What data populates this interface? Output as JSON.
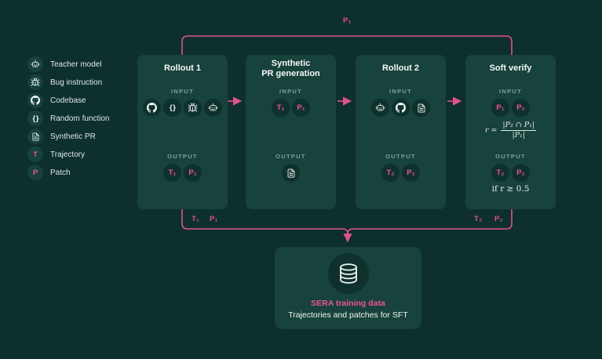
{
  "colors": {
    "background": "#0d2f2d",
    "panel": "#18423c",
    "chip": "#0f312d",
    "accent_pink": "#e0528e",
    "badge_pink": "#ee5493",
    "muted_label": "#7fa09a",
    "text_primary": "#f2f8f6"
  },
  "flow_labels": {
    "top": "P₁",
    "bottom_left_t": "T₁",
    "bottom_left_p": "P₁",
    "bottom_right_t": "T₂",
    "bottom_right_p": "P₂"
  },
  "braces_glyph": "{ }",
  "legend": {
    "items": [
      {
        "icon": "robot-icon",
        "label": "Teacher model"
      },
      {
        "icon": "bug-icon",
        "label": "Bug instruction"
      },
      {
        "icon": "github-icon",
        "label": "Codebase"
      },
      {
        "icon": "braces-icon",
        "label": "Random function"
      },
      {
        "icon": "document-icon",
        "label": "Synthetic PR"
      },
      {
        "icon": "letter-t-icon",
        "label": "Trajectory",
        "symbol": "T"
      },
      {
        "icon": "letter-p-icon",
        "label": "Patch",
        "symbol": "P"
      }
    ]
  },
  "stages": {
    "rollout1": {
      "title": "Rollout 1",
      "input_label": "INPUT",
      "output_label": "OUTPUT",
      "output_t": "T₁",
      "output_p": "P₁"
    },
    "synthetic_pr": {
      "title_line1": "Synthetic",
      "title_line2": "PR generation",
      "input_label": "INPUT",
      "output_label": "OUTPUT",
      "input_t": "T₁",
      "input_p": "P₁"
    },
    "rollout2": {
      "title": "Rollout 2",
      "input_label": "INPUT",
      "output_label": "OUTPUT",
      "output_t": "T₂",
      "output_p": "P₂"
    },
    "soft_verify": {
      "title": "Soft verify",
      "input_label": "INPUT",
      "output_label": "OUTPUT",
      "input_p1": "P₁",
      "input_p2": "P₂",
      "formula_lhs": "r =",
      "formula_numerator": "|P₂ ∩ P₁|",
      "formula_denominator": "|P₁|",
      "output_t": "T₂",
      "output_p": "P₂",
      "condition": "if r ≥ 0.5"
    }
  },
  "sink": {
    "title": "SERA training data",
    "subtitle": "Trajectories and patches for SFT"
  }
}
